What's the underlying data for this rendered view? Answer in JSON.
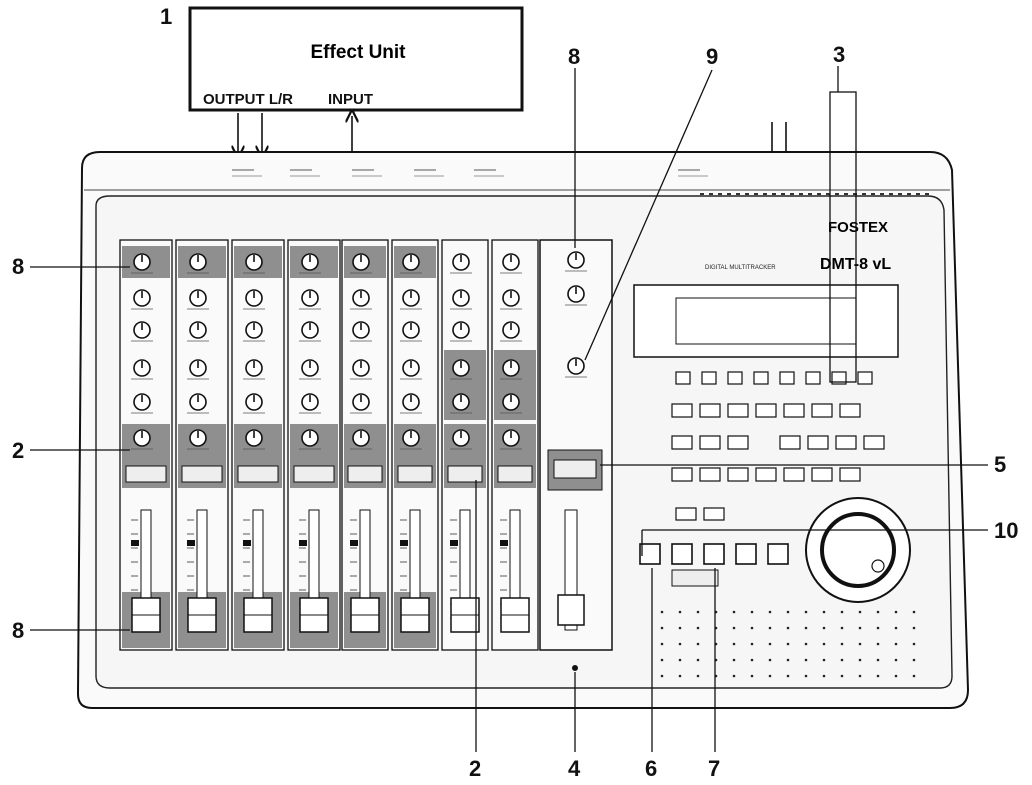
{
  "effect_unit": {
    "title": "Effect Unit",
    "output_label": "OUTPUT L/R",
    "input_label": "INPUT"
  },
  "device": {
    "brand": "FOSTEX",
    "model": "DMT-8 vL",
    "subtitle": "DIGITAL MULTITRACKER"
  },
  "callouts": {
    "n1": "1",
    "n2": "2",
    "n3": "3",
    "n4": "4",
    "n5": "5",
    "n6": "6",
    "n7": "7",
    "n8": "8",
    "n9": "9",
    "n10": "10"
  },
  "colors": {
    "highlight": "#8f8f8f",
    "line": "#111111",
    "panel": "#f4f4f4"
  }
}
